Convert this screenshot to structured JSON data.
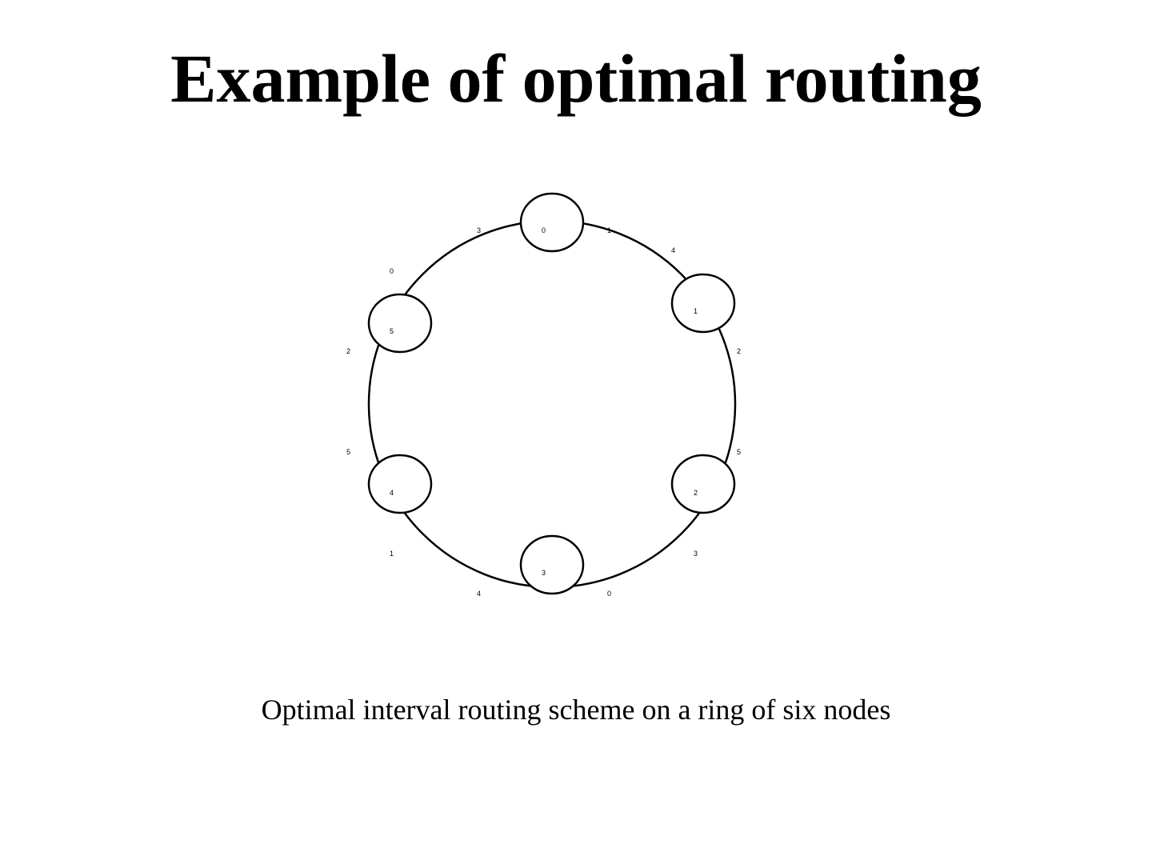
{
  "title": "Example of optimal routing",
  "caption": "Optimal interval routing scheme on a ring of six nodes",
  "diagram": {
    "nodes": [
      {
        "id": "node-0",
        "label": "0"
      },
      {
        "id": "node-1",
        "label": "1"
      },
      {
        "id": "node-2",
        "label": "2"
      },
      {
        "id": "node-3",
        "label": "3"
      },
      {
        "id": "node-4",
        "label": "4"
      },
      {
        "id": "node-5",
        "label": "5"
      }
    ],
    "edge_labels": {
      "n0_left": "3",
      "n0_right": "1",
      "n1_top": "4",
      "n1_bottom": "2",
      "n2_top": "5",
      "n2_bottom": "3",
      "n3_right": "0",
      "n3_left": "4",
      "n4_bottom": "1",
      "n4_top": "5",
      "n5_bottom": "2",
      "n5_top": "0"
    },
    "stroke_color": "#000000",
    "fill_color": "#ffffff"
  }
}
